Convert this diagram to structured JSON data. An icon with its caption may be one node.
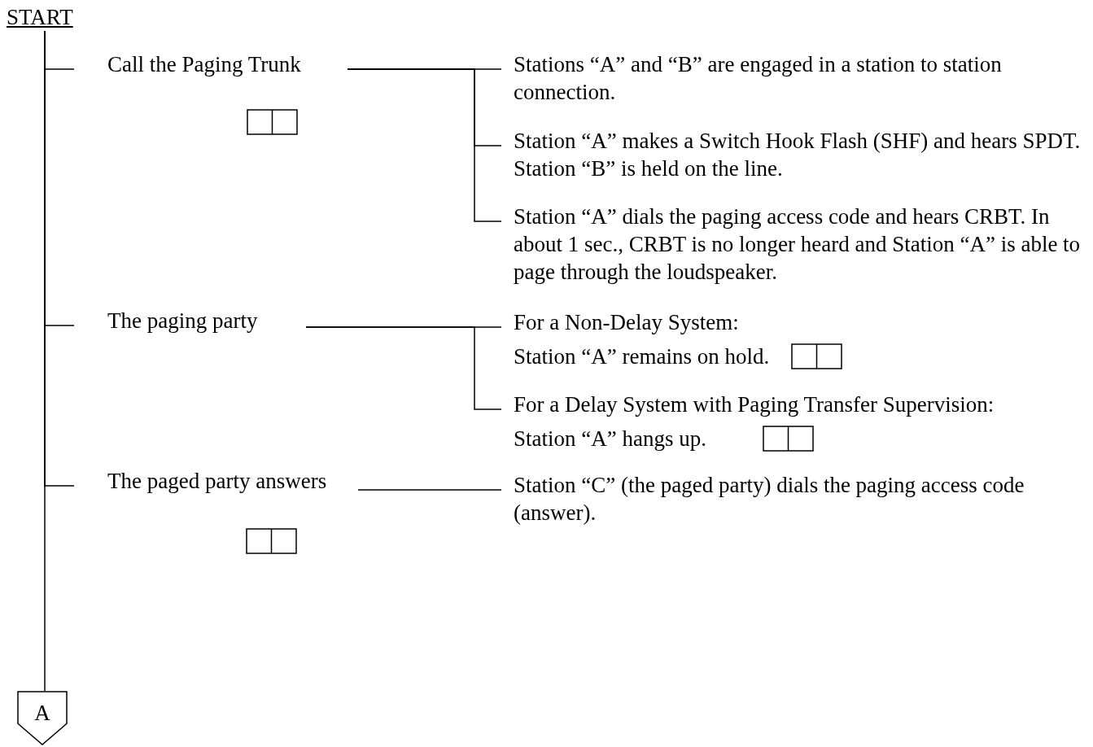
{
  "diagram": {
    "nodes": [
      {
        "text": [
          "START"
        ]
      },
      {
        "text": [
          "Call the Paging Trunk"
        ]
      },
      {
        "text": [
          "Stations “A” and “B” are engaged in a station to station connection."
        ]
      },
      {
        "text": [
          "Station “A” makes a Switch Hook Flash (SHF) and hears SPDT. Station “B” is held on the line."
        ]
      },
      {
        "text": [
          "Station “A” dials the paging access code and hears CRBT. In about 1 sec., CRBT is no longer heard and Station “A” is able to page through the loudspeaker."
        ]
      },
      {
        "text": [
          "The paging party"
        ]
      },
      {
        "text": [
          "For a Non-Delay System:",
          "Station “A” remains on hold."
        ]
      },
      {
        "text": [
          "For a Delay System with Paging Transfer Supervision:",
          "Station “A” hangs up."
        ]
      },
      {
        "text": [
          "The paged party answers"
        ]
      },
      {
        "text": [
          "Station “C” (the paged party) dials the paging access code (answer)."
        ]
      },
      {
        "text": [
          "A"
        ]
      }
    ],
    "edges": [
      {
        "from": 0,
        "to": 1,
        "arrow": "none"
      },
      {
        "from": 0,
        "to": 5,
        "arrow": "none"
      },
      {
        "from": 0,
        "to": 8,
        "arrow": "none"
      },
      {
        "from": 0,
        "to": 10,
        "arrow": "none"
      },
      {
        "from": 1,
        "to": 2,
        "arrow": "none"
      },
      {
        "from": 1,
        "to": 3,
        "arrow": "none"
      },
      {
        "from": 1,
        "to": 4,
        "arrow": "none"
      },
      {
        "from": 5,
        "to": 6,
        "arrow": "none"
      },
      {
        "from": 5,
        "to": 7,
        "arrow": "none"
      },
      {
        "from": 8,
        "to": 9,
        "arrow": "none"
      }
    ]
  }
}
